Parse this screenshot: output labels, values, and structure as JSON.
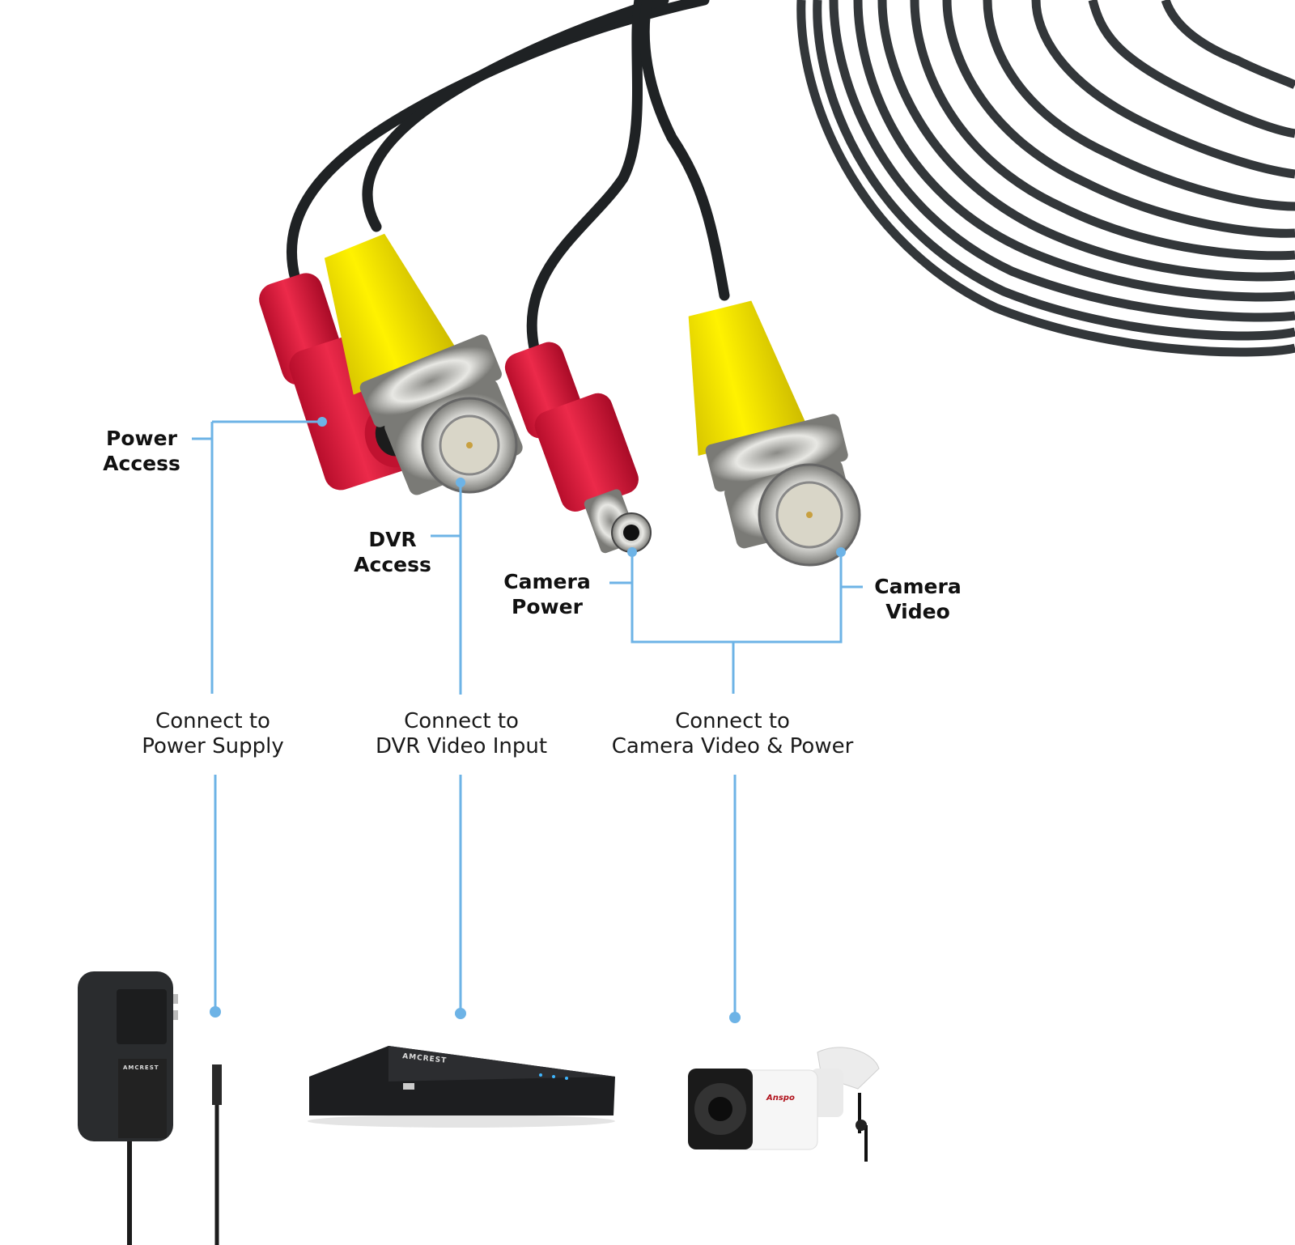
{
  "labels": {
    "power_access": [
      "Power",
      "Access"
    ],
    "dvr_access": [
      "DVR",
      "Access"
    ],
    "camera_power": [
      "Camera",
      "Power"
    ],
    "camera_video": [
      "Camera",
      "Video"
    ]
  },
  "captions": {
    "power_supply": [
      "Connect to",
      "Power Supply"
    ],
    "dvr_input": [
      "Connect to",
      "DVR Video Input"
    ],
    "camera": [
      "Connect to",
      "Camera Video & Power"
    ]
  },
  "devices": {
    "adapter_brand": "AMCREST",
    "dvr_brand": "AMCREST",
    "camera_brand": "Anspo"
  },
  "colors": {
    "line": "#6db3e6",
    "red_plug": "#d8163a",
    "yellow_plug": "#f2e100",
    "cable": "#2b2e30"
  }
}
